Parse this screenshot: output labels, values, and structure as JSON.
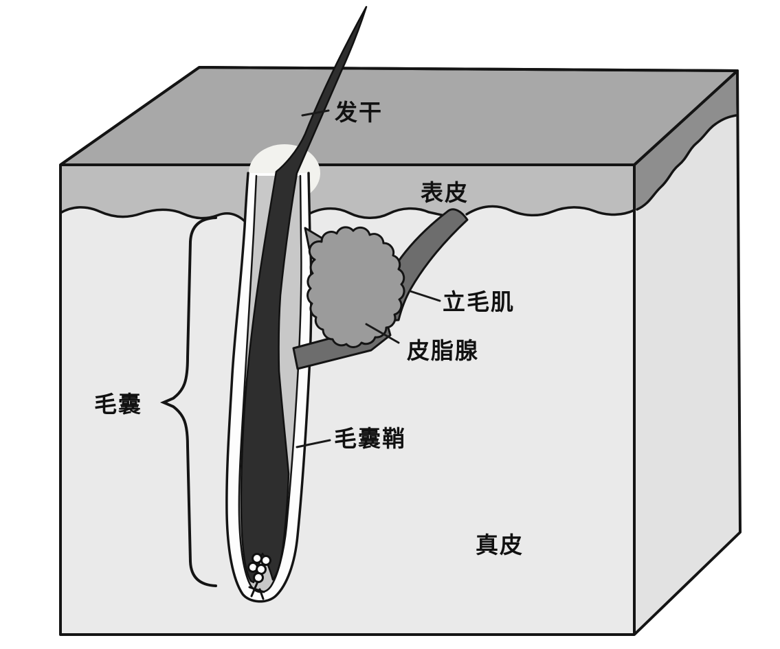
{
  "figure": {
    "kind": "anatomical-diagram",
    "depicts": "skin block cross-section with hair follicle"
  },
  "labels": {
    "hair_shaft": "发干",
    "epidermis": "表皮",
    "arrector_pili": "立毛肌",
    "sebaceous_gland": "皮脂腺",
    "hair_follicle": "毛囊",
    "follicle_sheath": "毛囊鞘",
    "dermis": "真皮"
  },
  "colors": {
    "background": "#ffffff",
    "top_face": "#a8a8a8",
    "front_epidermis": "#bdbdbd",
    "front_dermis": "#eaeaea",
    "right_epidermis": "#8e8e8e",
    "right_dermis": "#e2e2e2",
    "hair": "#2e2e2e",
    "gland": "#9b9b9b",
    "muscle": "#6d6d6d",
    "sheath_outer": "#fdfdfd",
    "sheath_inner": "#c8c8c8",
    "halo": "#f2f2ee",
    "outline": "#141414",
    "label_text": "#111111"
  }
}
